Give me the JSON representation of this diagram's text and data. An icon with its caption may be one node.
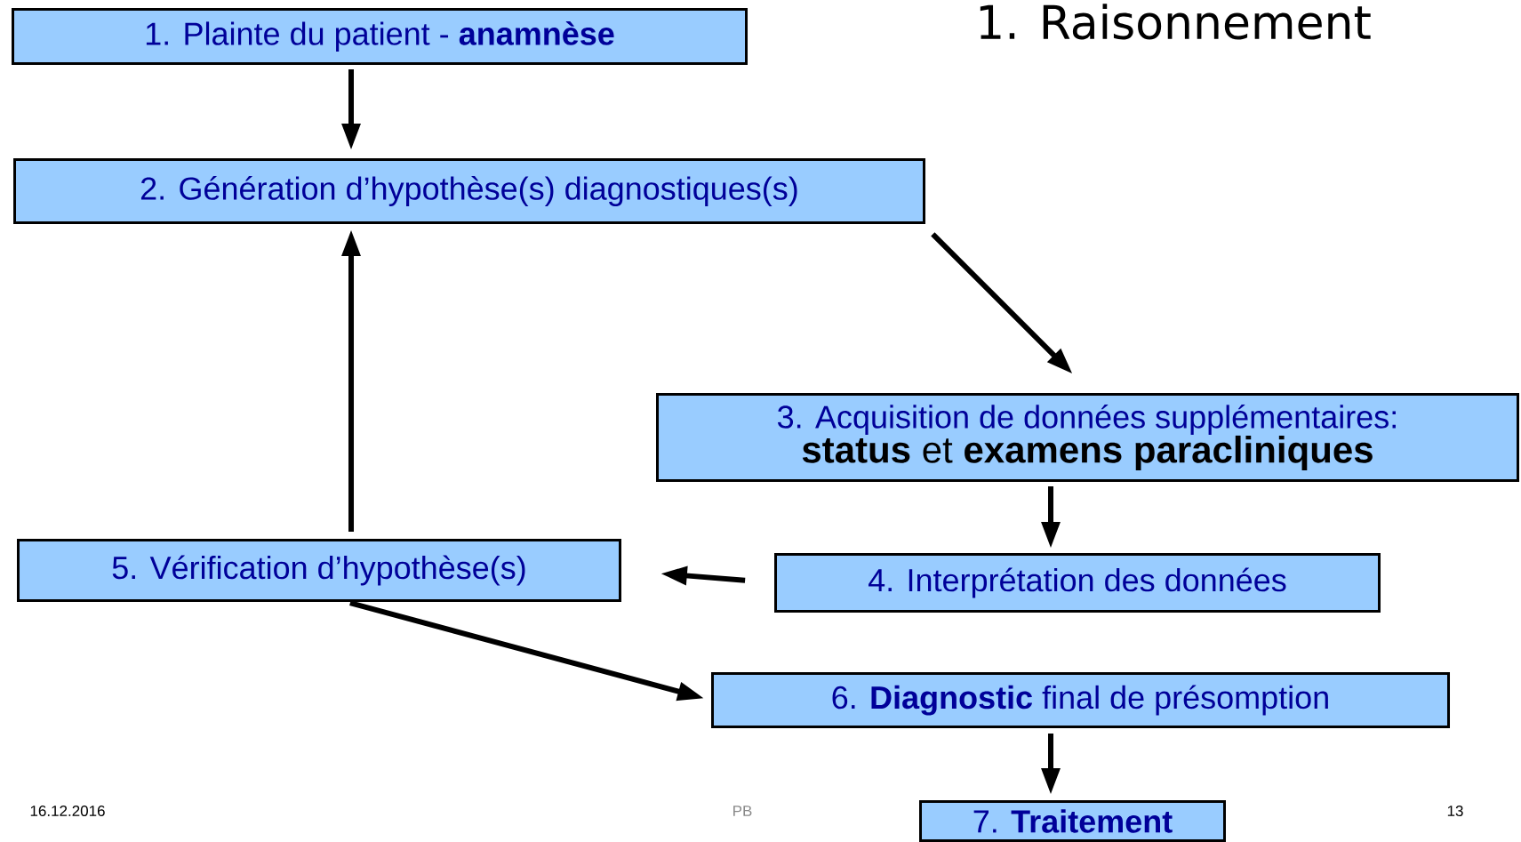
{
  "diagram": {
    "title": "1. Raisonnement",
    "nodes": [
      {
        "text": [
          "1. Plainte du patient - **anamnèse**"
        ]
      },
      {
        "text": [
          "2. Génération d’hypothèse(s) diagnostiques(s)"
        ]
      },
      {
        "text": [
          "3. Acquisition de données supplémentaires:",
          "**status** et **examens paracliniques**"
        ]
      },
      {
        "text": [
          "4. Interprétation des données"
        ]
      },
      {
        "text": [
          "5. Vérification d’hypothèse(s)"
        ]
      },
      {
        "text": [
          "6. **Diagnostic** final de présomption"
        ]
      },
      {
        "text": [
          "7. **Traitement**"
        ]
      }
    ],
    "edges": [
      {
        "from": 0,
        "to": 1,
        "arrow": "to"
      },
      {
        "from": 1,
        "to": 2,
        "arrow": "to"
      },
      {
        "from": 2,
        "to": 3,
        "arrow": "to"
      },
      {
        "from": 4,
        "to": 1,
        "arrow": "to"
      },
      {
        "from": 3,
        "to": 4,
        "arrow": "to"
      },
      {
        "from": 4,
        "to": 5,
        "arrow": "to"
      },
      {
        "from": 5,
        "to": 6,
        "arrow": "to"
      }
    ],
    "labels": [
      "16.12.2016",
      "PB",
      "13"
    ]
  }
}
